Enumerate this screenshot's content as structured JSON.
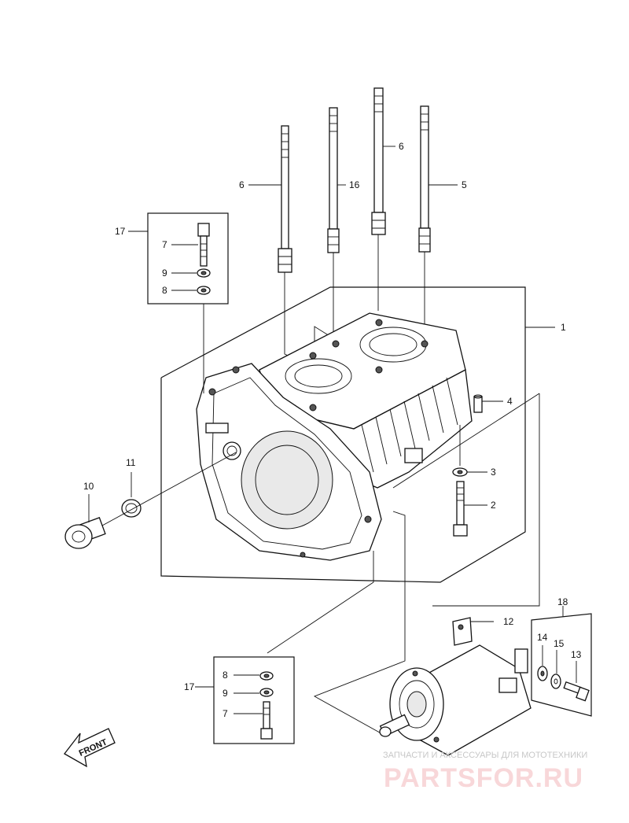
{
  "callouts": {
    "c1": "1",
    "c2": "2",
    "c3": "3",
    "c4": "4",
    "c5": "5",
    "c6a": "6",
    "c6b": "6",
    "c16": "16",
    "c17a": "17",
    "c7a": "7",
    "c9a": "9",
    "c8a": "8",
    "c10": "10",
    "c11": "11",
    "c12": "12",
    "c18": "18",
    "c14": "14",
    "c15": "15",
    "c13": "13",
    "c17b": "17",
    "c8b": "8",
    "c9b": "9",
    "c7b": "7"
  },
  "front_arrow": "FRONT",
  "watermark": {
    "tagline": "ЗАПЧАСТИ И АКСЕССУАРЫ ДЛЯ МОТОТЕХНИКИ",
    "brand": "PARTSFOR.RU",
    "brand_color": "#e8a0a6"
  }
}
